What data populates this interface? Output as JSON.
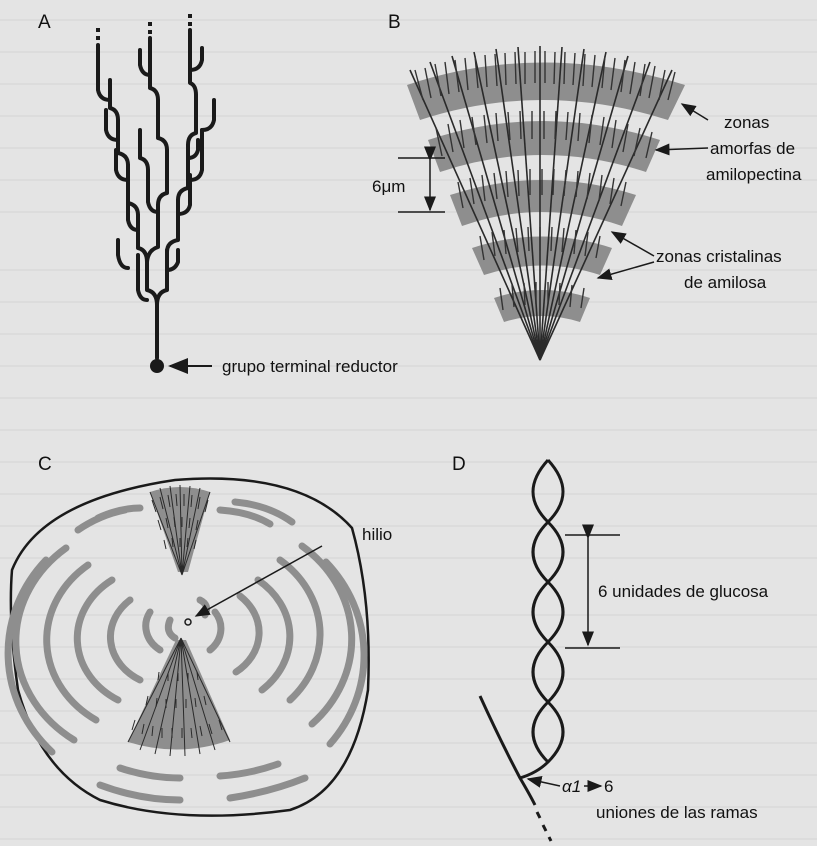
{
  "panels": {
    "a": {
      "letter": "A",
      "label_reducing_end": "grupo terminal reductor"
    },
    "b": {
      "letter": "B",
      "label_amorphous_1": "zonas",
      "label_amorphous_2": "amorfas de",
      "label_amorphous_3": "amilopectina",
      "label_crystalline_1": "zonas cristalinas",
      "label_crystalline_2": "de amilosa",
      "scale_value": "6",
      "scale_unit": "μm"
    },
    "c": {
      "letter": "C",
      "label_hilum": "hilio"
    },
    "d": {
      "letter": "D",
      "label_glucose_units": "6 unidades de glucosa",
      "label_alpha": "α1",
      "label_six": "6",
      "label_branch_unions": "uniones de las ramas"
    }
  },
  "colors": {
    "background": "#e4e4e4",
    "ink": "#1a1a1a",
    "band": "#8e8e8e"
  }
}
